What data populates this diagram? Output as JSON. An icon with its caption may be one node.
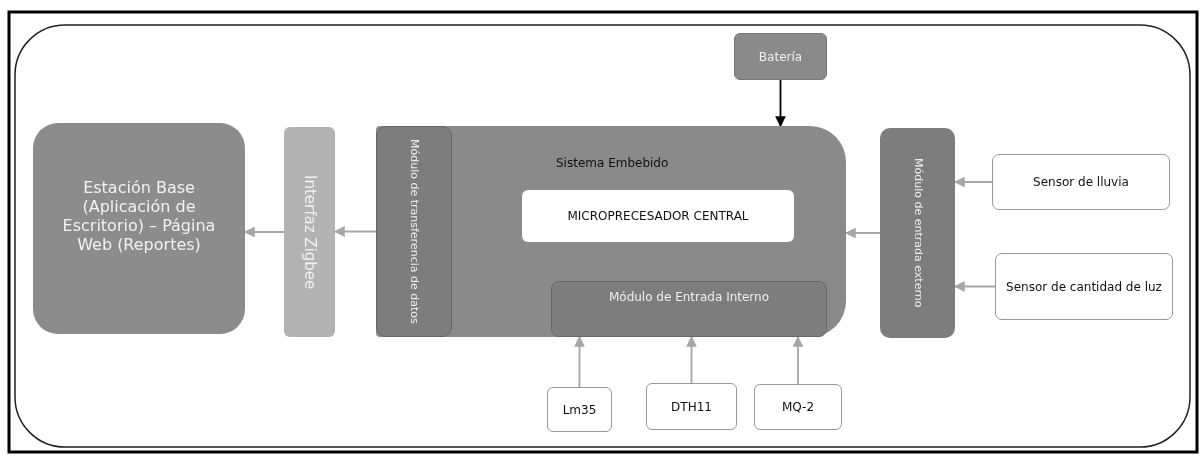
{
  "diagram": {
    "nodes": [
      {
        "text": [
          "Estación Base (Aplicación de Escritorio) – Página Web (Reportes)"
        ]
      },
      {
        "text": [
          "Interfaz Zigbee"
        ]
      },
      {
        "text": [
          "Sistema Embebido"
        ]
      },
      {
        "text": [
          "Módulo de transferencia de datos"
        ],
        "in": 2
      },
      {
        "text": [
          "MICROPRECESADOR CENTRAL"
        ],
        "in": 2
      },
      {
        "text": [
          "Módulo de Entrada Interno"
        ],
        "in": 2
      },
      {
        "text": [
          "Batería"
        ]
      },
      {
        "text": [
          "Módulo de entrada externo"
        ]
      },
      {
        "text": [
          "Sensor de lluvia"
        ]
      },
      {
        "text": [
          "Sensor de cantidad de luz"
        ]
      },
      {
        "text": [
          "Lm35"
        ]
      },
      {
        "text": [
          "DTH11"
        ]
      },
      {
        "text": [
          "MQ-2"
        ]
      }
    ],
    "edges": [
      {
        "from": 6,
        "to": 2,
        "arrow": "to",
        "color": "#000000"
      },
      {
        "from": 3,
        "to": 1,
        "arrow": "to"
      },
      {
        "from": 1,
        "to": 0,
        "arrow": "to"
      },
      {
        "from": 7,
        "to": 2,
        "arrow": "to"
      },
      {
        "from": 8,
        "to": 7,
        "arrow": "to"
      },
      {
        "from": 9,
        "to": 7,
        "arrow": "to"
      },
      {
        "from": 10,
        "to": 5,
        "arrow": "to"
      },
      {
        "from": 11,
        "to": 5,
        "arrow": "to"
      },
      {
        "from": 12,
        "to": 5,
        "arrow": "to"
      }
    ]
  }
}
